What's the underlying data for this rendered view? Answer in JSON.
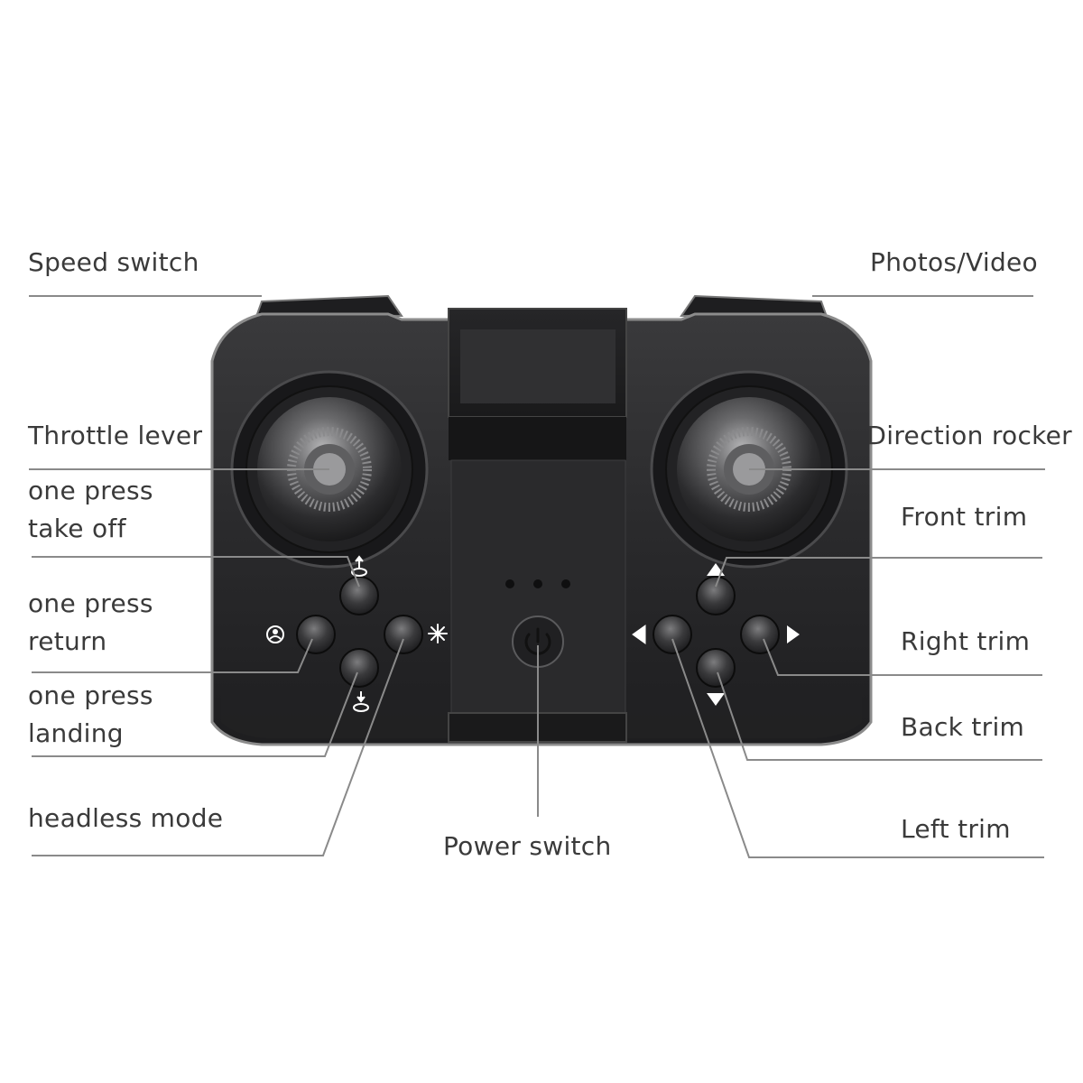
{
  "labels": {
    "speed_switch": "Speed switch",
    "photos_video": "Photos/Video",
    "throttle_lever": "Throttle lever",
    "direction_rocker": "Direction rocker",
    "one_press_take_off": [
      "one press",
      "take off"
    ],
    "front_trim": "Front trim",
    "one_press_return": [
      "one press",
      "return"
    ],
    "right_trim": "Right trim",
    "one_press_landing": [
      "one press",
      "landing"
    ],
    "back_trim": "Back trim",
    "headless_mode": "headless mode",
    "power_switch": "Power switch",
    "left_trim": "Left trim"
  },
  "colors": {
    "body": "#2b2b2d",
    "body_edge": "#8c8c8c",
    "leader_line": "#8a8a8a",
    "text": "#3a3a3a"
  },
  "icons": {
    "take_off": "up-arrow-circle-icon",
    "landing": "down-arrow-circle-icon",
    "return": "return-home-icon",
    "headless": "sparkle-icon",
    "power": "power-icon",
    "trim_up": "triangle-up-icon",
    "trim_down": "triangle-down-icon",
    "trim_left": "triangle-left-icon",
    "trim_right": "triangle-right-icon"
  }
}
